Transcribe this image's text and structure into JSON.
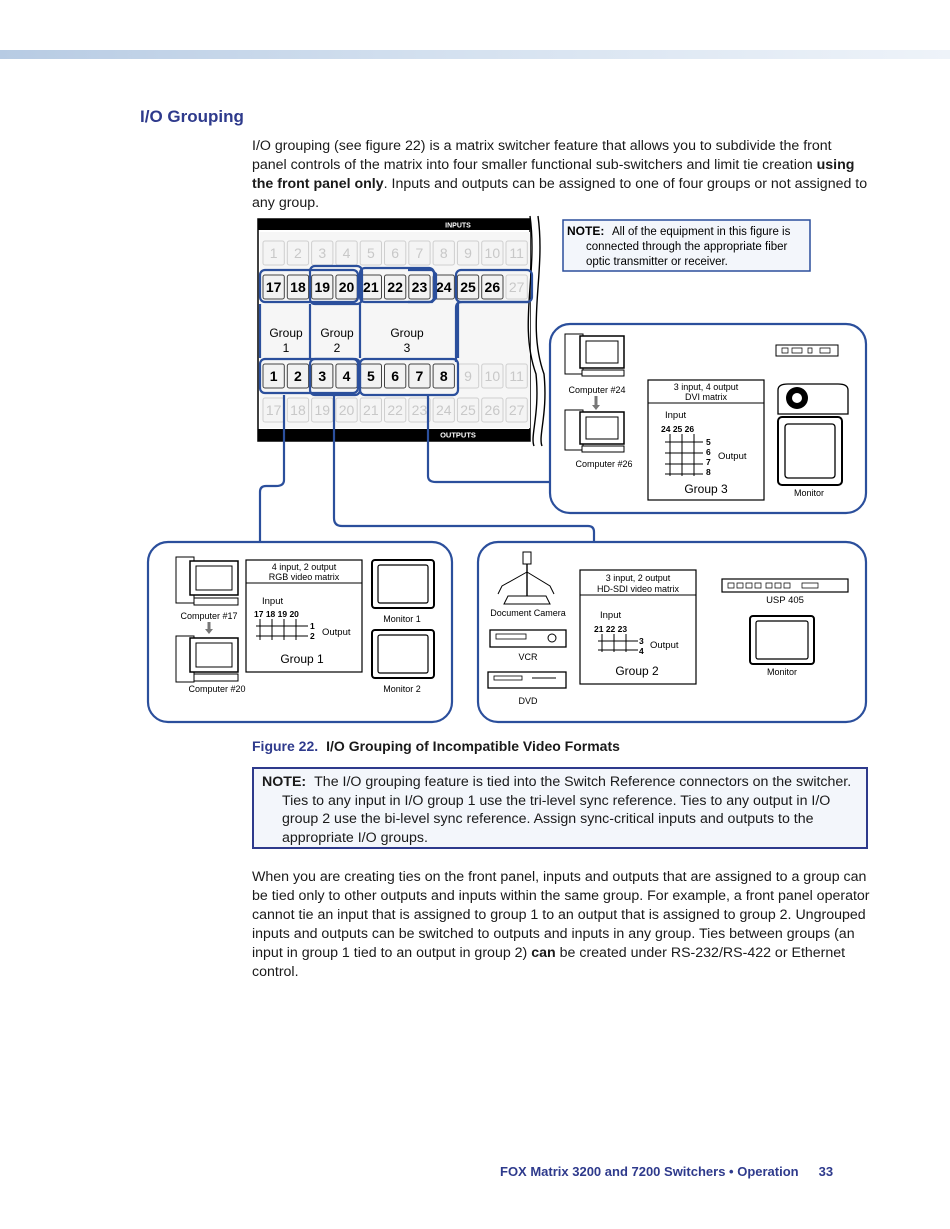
{
  "section_title": "I/O Grouping",
  "intro": {
    "part1": "I/O grouping (see figure 22) is a matrix switcher feature that allows you to subdivide the front panel controls of the matrix into four smaller functional sub-switchers and limit tie creation ",
    "bold": "using the front panel only",
    "part2": ". Inputs and outputs can be assigned to one of four groups or not assigned to any group."
  },
  "figure": {
    "inputs_label": "INPUTS",
    "outputs_label": "OUTPUTS",
    "row_a": [
      "1",
      "2",
      "3",
      "4",
      "5",
      "6",
      "7",
      "8",
      "9",
      "10",
      "11"
    ],
    "row_b": [
      "17",
      "18",
      "19",
      "20",
      "21",
      "22",
      "23",
      "24",
      "25",
      "26",
      "27"
    ],
    "row_c": [
      "1",
      "2",
      "3",
      "4",
      "5",
      "6",
      "7",
      "8",
      "9",
      "10",
      "11"
    ],
    "row_d": [
      "17",
      "18",
      "19",
      "20",
      "21",
      "22",
      "23",
      "24",
      "25",
      "26",
      "27"
    ],
    "group_labels": [
      {
        "line1": "Group",
        "line2": "1"
      },
      {
        "line1": "Group",
        "line2": "2"
      },
      {
        "line1": "Group",
        "line2": "3"
      }
    ],
    "fig_note": {
      "label": "NOTE:",
      "line1": "All of the equipment in this figure is",
      "line2": "connected through the appropriate fiber",
      "line3": "optic transmitter or receiver."
    },
    "group3_box": {
      "computer_a": "Computer #24",
      "computer_b": "Computer #26",
      "matrix_line1": "3 input, 4 output",
      "matrix_line2": "DVI matrix",
      "input_label": "Input",
      "input_nums": "24 25 26",
      "output_nums": [
        "5",
        "6",
        "7",
        "8"
      ],
      "output_label": "Output",
      "group_name": "Group 3",
      "monitor": "Monitor"
    },
    "group1_box": {
      "computer_a": "Computer #17",
      "computer_b": "Computer #20",
      "matrix_line1": "4 input, 2 output",
      "matrix_line2": "RGB video matrix",
      "input_label": "Input",
      "input_nums": "17 18 19 20",
      "output_nums": [
        "1",
        "2"
      ],
      "output_label": "Output",
      "group_name": "Group 1",
      "monitor_1": "Monitor 1",
      "monitor_2": "Monitor 2"
    },
    "group2_box": {
      "camera": "Document Camera",
      "vcr": "VCR",
      "dvd": "DVD",
      "matrix_line1": "3 input, 2 output",
      "matrix_line2": "HD-SDI video matrix",
      "input_label": "Input",
      "input_nums": "21 22 23",
      "output_nums": [
        "3",
        "4"
      ],
      "output_label": "Output",
      "group_name": "Group 2",
      "usp": "USP 405",
      "monitor": "Monitor"
    }
  },
  "caption": {
    "number": "Figure 22.",
    "title": "I/O Grouping of Incompatible Video Formats"
  },
  "note": {
    "label": "NOTE:",
    "text": "The I/O grouping feature is tied into the Switch Reference connectors on the switcher. Ties to any input in I/O group 1 use the tri-level sync reference. Ties to any output in I/O group 2 use the bi-level sync reference. Assign sync-critical inputs and outputs to the appropriate I/O groups."
  },
  "body2": {
    "part1": "When you are creating ties on the front panel, inputs and outputs that are assigned to a group can be tied only to other outputs and inputs within the same group. For example, a front panel operator cannot tie an input that is assigned to group 1 to an output that is assigned to group 2. Ungrouped inputs and outputs can be switched to outputs and inputs in any group. Ties between groups (an input in group 1 tied to an output in group 2) ",
    "bold": "can",
    "part2": " be created under RS-232/RS-422 or Ethernet control."
  },
  "footer": {
    "title": "FOX Matrix 3200 and 7200 Switchers • Operation",
    "page": "33"
  },
  "colors": {
    "accent": "#2e3a8c",
    "group_outline": "#2b4f9c"
  }
}
